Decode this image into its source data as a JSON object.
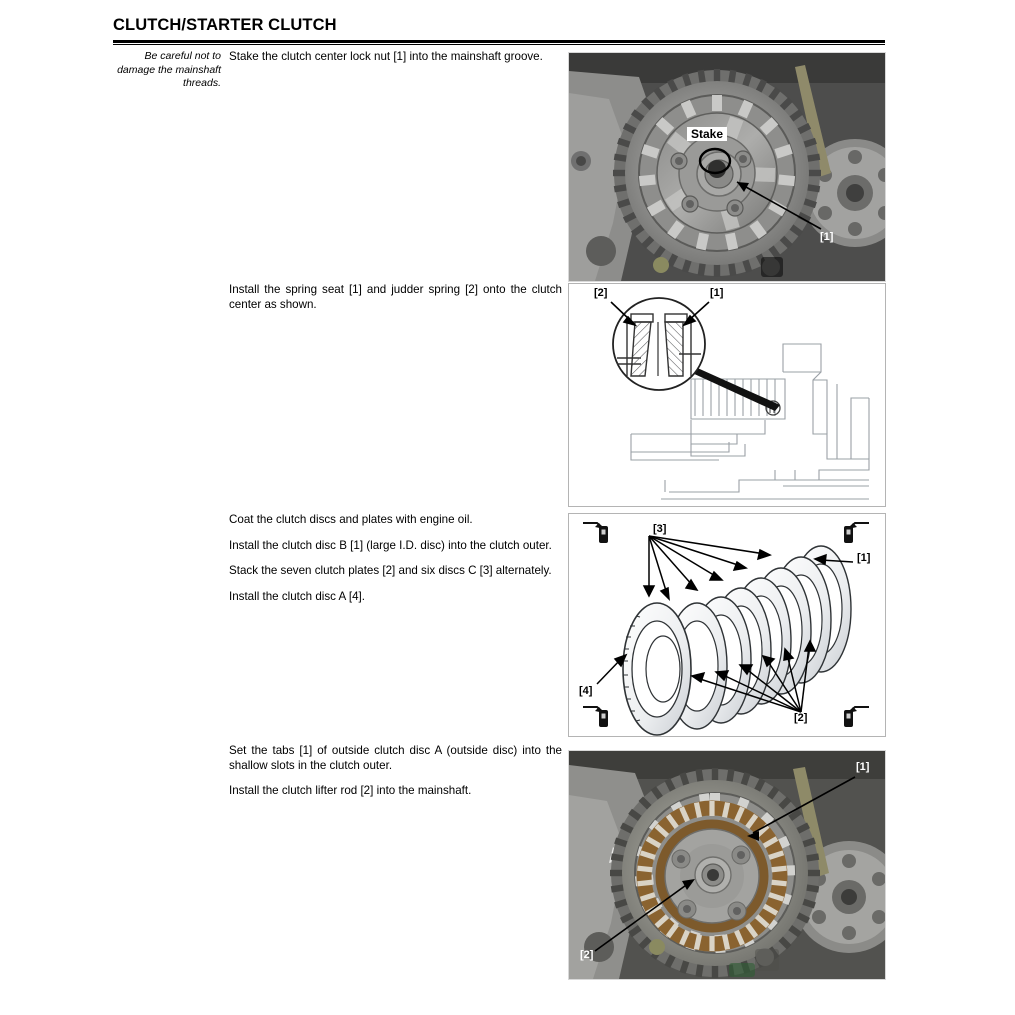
{
  "page": {
    "title": "CLUTCH/STARTER CLUTCH",
    "background": "#ffffff",
    "rule_color": "#000000"
  },
  "sections": [
    {
      "id": "stake-lock-nut",
      "margin_note": "Be careful not to damage the mainshaft threads.",
      "instructions": [
        "Stake the clutch center lock nut [1] into the mainshaft groove."
      ],
      "figure": {
        "kind": "photo",
        "caption_labels": [
          {
            "name": "stake-label",
            "text": "Stake"
          },
          {
            "name": "callout-1",
            "text": "[1]"
          }
        ]
      }
    },
    {
      "id": "spring-seat-judder-spring",
      "margin_note": "",
      "instructions": [
        "Install the spring seat [1] and judder spring [2] onto the clutch center as shown."
      ],
      "figure": {
        "kind": "line-art",
        "caption_labels": [
          {
            "name": "callout-2",
            "text": "[2]"
          },
          {
            "name": "callout-1",
            "text": "[1]"
          }
        ]
      }
    },
    {
      "id": "clutch-disc-stack",
      "margin_note": "",
      "instructions": [
        "Coat the clutch discs and plates with engine oil.",
        "Install the clutch disc B [1] (large I.D. disc) into the clutch outer.",
        "Stack the seven clutch plates [2] and six discs C [3] alternately.",
        "Install the clutch disc A [4]."
      ],
      "figure": {
        "kind": "line-art",
        "caption_labels": [
          {
            "name": "callout-3",
            "text": "[3]"
          },
          {
            "name": "callout-1",
            "text": "[1]"
          },
          {
            "name": "callout-4",
            "text": "[4]"
          },
          {
            "name": "callout-2",
            "text": "[2]"
          }
        ],
        "corner_icons": [
          "engine-oil-icon",
          "engine-oil-icon",
          "engine-oil-icon",
          "engine-oil-icon"
        ]
      }
    },
    {
      "id": "outside-disc-tabs",
      "margin_note": "",
      "instructions": [
        "Set the tabs [1] of outside clutch disc A (outside disc) into the shallow slots in the clutch outer.",
        "Install the clutch lifter rod [2] into the mainshaft."
      ],
      "figure": {
        "kind": "photo",
        "caption_labels": [
          {
            "name": "callout-1",
            "text": "[1]"
          },
          {
            "name": "callout-2",
            "text": "[2]"
          }
        ]
      }
    }
  ]
}
